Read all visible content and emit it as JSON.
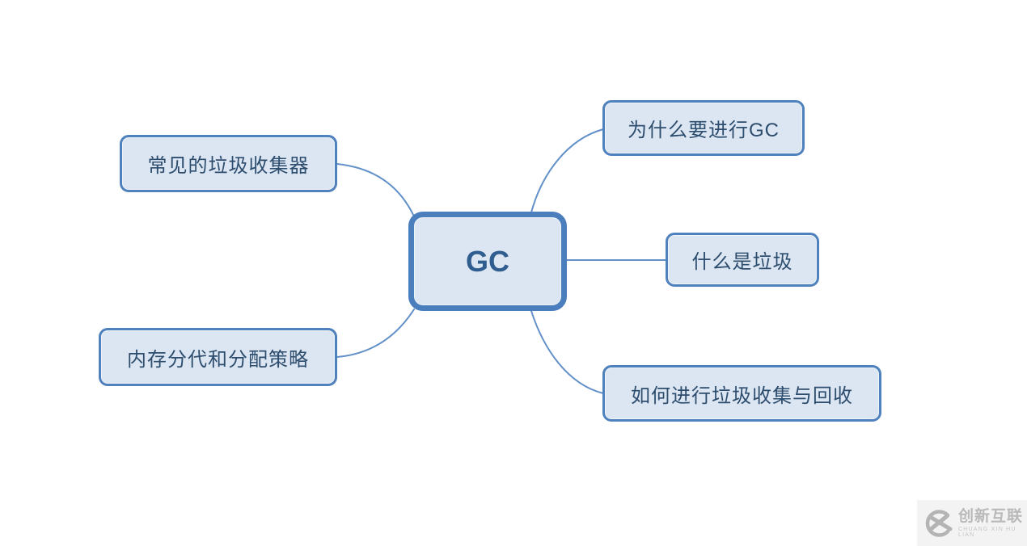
{
  "diagram": {
    "type": "mindmap",
    "root": {
      "label": "GC"
    },
    "branches": [
      {
        "id": "common-collectors",
        "label": "常见的垃圾收集器",
        "side": "left"
      },
      {
        "id": "memory-generation",
        "label": "内存分代和分配策略",
        "side": "left"
      },
      {
        "id": "why-gc",
        "label": "为什么要进行GC",
        "side": "right"
      },
      {
        "id": "what-is-garbage",
        "label": "什么是垃圾",
        "side": "right"
      },
      {
        "id": "how-to-collect",
        "label": "如何进行垃圾收集与回收",
        "side": "right"
      }
    ]
  },
  "watermark": {
    "name": "创新互联",
    "subtitle": "CHUANG XIN HU LIAN"
  },
  "colors": {
    "node_border": "#4f81bd",
    "node_fill": "#dce6f2",
    "node_text": "#2d4d6e",
    "root_border": "#4a7ebc",
    "root_text": "#2f5d8f",
    "connector": "#6290c8",
    "watermark_bg": "#f3f3f3",
    "watermark_fg": "#b9b9b9"
  }
}
